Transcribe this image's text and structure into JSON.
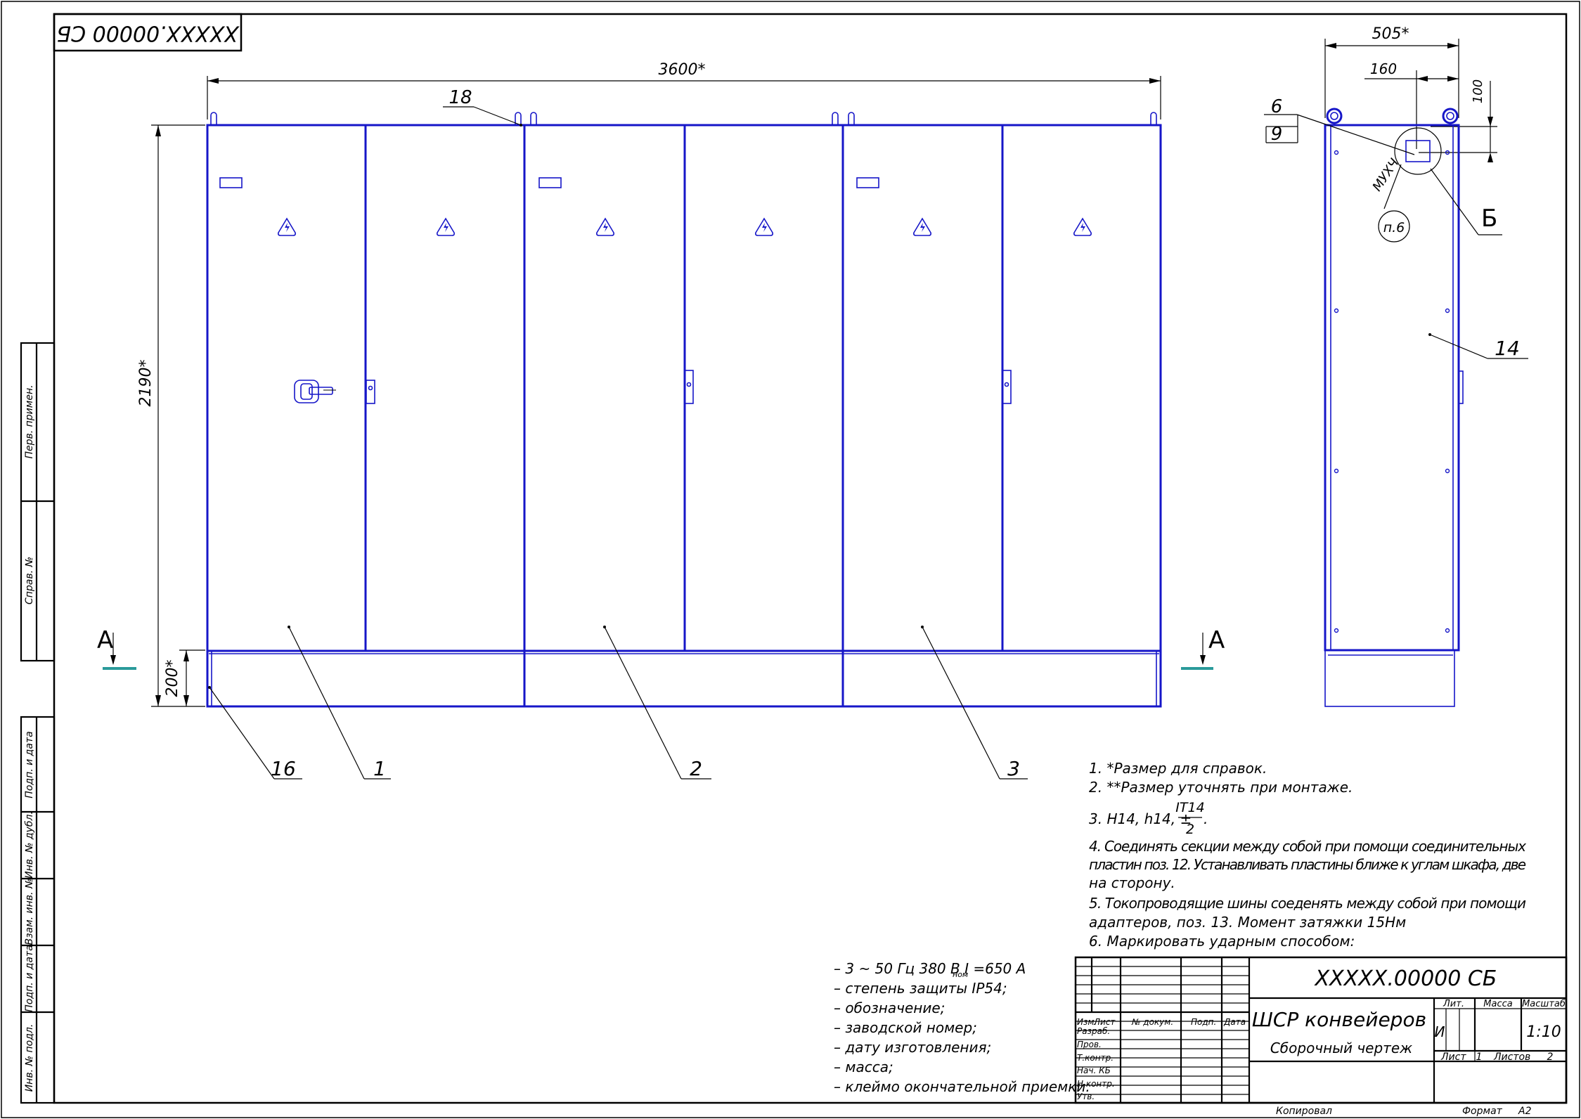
{
  "drawing": {
    "code_stamp": "XXXXX.00000 СБ",
    "title": "ШСР конвейеров",
    "doc_type": "Сборочный чертеж",
    "scale": "1:10",
    "litera": "И",
    "sheet_label": "Лист",
    "sheet_value": "1",
    "sheets_label": "Листов",
    "sheets_value": "2",
    "copied_label": "Копировал",
    "format_label": "Формат",
    "format_value": "А2"
  },
  "title_block": {
    "columns": [
      "Изм.",
      "Лист",
      "№ докум.",
      "Подп.",
      "Дата"
    ],
    "roles": [
      "Разраб.",
      "Пров.",
      "Т.контр.",
      "Нач. КБ",
      "Н.контр.",
      "Утв."
    ],
    "lit_header": "Лит.",
    "mass_header": "Масса",
    "scale_header": "Масштаб"
  },
  "side_stamp": {
    "labels": [
      "Перв. примен.",
      "Справ. №",
      "Подп. и дата",
      "Инв. № дубл.",
      "Взам. инв. №",
      "Подп. и дата",
      "Инв. № подл."
    ]
  },
  "dimensions": {
    "total_width": "3600*",
    "height": "2190*",
    "base_height": "200*",
    "side_depth": "505*",
    "side_offset": "160",
    "side_top": "100"
  },
  "callouts": {
    "front": [
      "18",
      "16",
      "1",
      "2",
      "3"
    ],
    "side": [
      "6",
      "9",
      "14"
    ],
    "view_letter": "Б",
    "marking_text": "МУХЧ",
    "note_ref": "п.6",
    "section_label": "А"
  },
  "notes": [
    "1. *Размер для справок.",
    "2. **Размер уточнять при монтаже.",
    "4. Соединять секции между собой при помощи соединительных",
    "пластин поз. 12. Устанавливать пластины ближе к углам шкафа, две",
    "на сторону.",
    "5. Токопроводящие шины соеденять между собой при помощи",
    "адаптеров, поз. 13. Момент затяжки 15Нм",
    "6. Маркировать ударным способом:"
  ],
  "tolerance_note": {
    "prefix": "3. H14, h14, ±",
    "numerator": "IT14",
    "denominator": "2"
  },
  "marking_list": [
    "– 3 ~ 50 Гц 380 В I   =650 А",
    "– степень защиты IP54;",
    "– обозначение;",
    "– заводской номер;",
    "– дату изготовления;",
    "– масса;",
    "– клеймо окончательной приемки."
  ],
  "marking_subscript": "ном"
}
